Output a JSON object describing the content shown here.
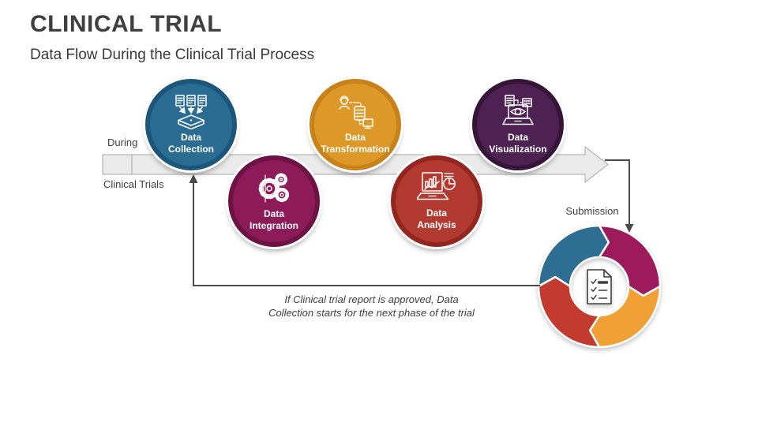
{
  "slide": {
    "title": "CLINICAL TRIAL",
    "subtitle": "Data Flow During the Clinical Trial Process"
  },
  "timeline": {
    "label_top": "During",
    "label_bottom": "Clinical Trials",
    "band_fill": "#EAEAEA",
    "band_stroke": "#A8A8A8",
    "connector_color": "#4A4A4A"
  },
  "steps": [
    {
      "name": "data-collection",
      "label_top": "Data",
      "label_bottom": "Collection",
      "fill": "#2B6D92",
      "border": "#1C567A",
      "icon": "documents-to-database-icon"
    },
    {
      "name": "data-integration",
      "label_top": "Data",
      "label_bottom": "Integration",
      "fill": "#8E1B59",
      "border": "#6E1144",
      "icon": "gears-icon"
    },
    {
      "name": "data-transformation",
      "label_top": "Data",
      "label_bottom": "Transformation",
      "fill": "#DD9827",
      "border": "#C8821A",
      "icon": "database-transform-icon"
    },
    {
      "name": "data-analysis",
      "label_top": "Data",
      "label_bottom": "Analysis",
      "fill": "#B33A31",
      "border": "#93271F",
      "icon": "analytics-laptop-icon"
    },
    {
      "name": "data-visualization",
      "label_top": "Data",
      "label_bottom": "Visualization",
      "fill": "#4D2151",
      "border": "#371539",
      "icon": "eye-laptop-icon"
    }
  ],
  "cycle": {
    "label": "Submission",
    "center_icon": "checklist-document-icon",
    "segments": [
      {
        "name": "top-left",
        "color": "#2E6E93"
      },
      {
        "name": "top-right",
        "color": "#9D1B5D"
      },
      {
        "name": "bottom-right",
        "color": "#F0A035"
      },
      {
        "name": "bottom-left",
        "color": "#C23B2E"
      }
    ]
  },
  "caption": {
    "line1": "If Clinical trial report is approved, Data",
    "line2": "Collection starts for the next phase of the trial"
  }
}
